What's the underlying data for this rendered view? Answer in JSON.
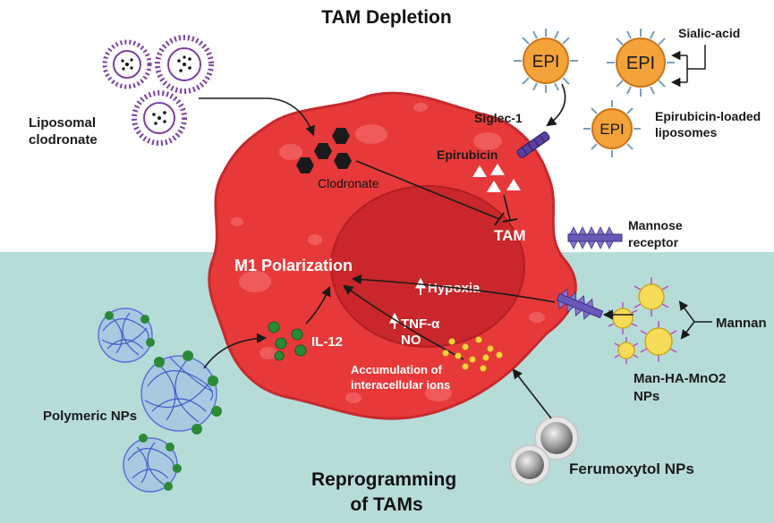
{
  "title_top": "TAM Depletion",
  "title_bottom": [
    "Reprogramming",
    "of TAMs"
  ],
  "labels": {
    "liposomal_clodronate": [
      "Liposomal",
      "clodronate"
    ],
    "clodronate": "Clodronate",
    "epirubicin": "Epirubicin",
    "siglec": "Siglec-1",
    "sialic_acid": "Sialic-acid",
    "epirubicin_liposomes": [
      "Epirubicin-loaded",
      "liposomes"
    ],
    "epi": "EPI",
    "tam": "TAM",
    "mannose_receptor": [
      "Mannose",
      "receptor"
    ],
    "m1_polarization": "M1 Polarization",
    "hypoxia": "Hypoxia",
    "tnf": "TNF-α",
    "no": "NO",
    "il12": "IL-12",
    "ions": [
      "Accumulation of",
      "interacellular ions"
    ],
    "mannan": "Mannan",
    "man_nps": [
      "Man-HA-MnO2",
      "NPs"
    ],
    "polymeric_nps": "Polymeric NPs",
    "ferumoxytol_nps": "Ferumoxytol NPs"
  },
  "colors": {
    "cell": "#e8393a",
    "cell_edge": "#c62a2d",
    "nucleus": "#c9272b",
    "bottom_bg": "#b6dcd8",
    "epi_orange": "#f4a23a",
    "liposome_purple": "#7b3fa3",
    "polymer_blue": "#5a72d8",
    "green_dot": "#2a8a36",
    "yellow_np": "#f7dc5a"
  }
}
